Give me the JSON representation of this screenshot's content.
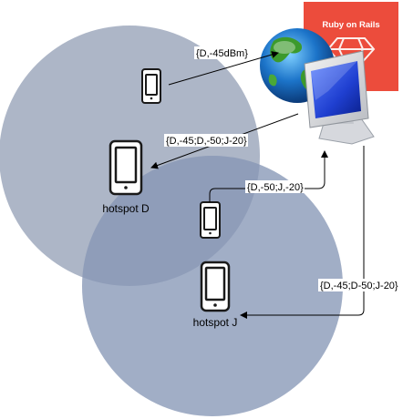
{
  "labels": {
    "msg_top": "{D,-45dBm}",
    "msg_to_d": "{D,-45;D,-50;J-20}",
    "msg_mid": "{D,-50;J,-20}",
    "msg_to_j": "{D,-45;D-50;J-20}",
    "hotspot_d": "hotspot D",
    "hotspot_j": "hotspot J",
    "rails_badge": "Ruby on Rails"
  },
  "colors": {
    "coverage": "#8e9ab1",
    "coverage_overlap": "#7f95bd",
    "rails_red": "#ec4c3c",
    "arrow": "#000000",
    "phone_outline": "#1a1a1a"
  },
  "icons": {
    "globe": "globe-icon",
    "computer": "computer-icon",
    "rails_logo": "ruby-on-rails-logo",
    "phone": "smartphone-icon"
  }
}
